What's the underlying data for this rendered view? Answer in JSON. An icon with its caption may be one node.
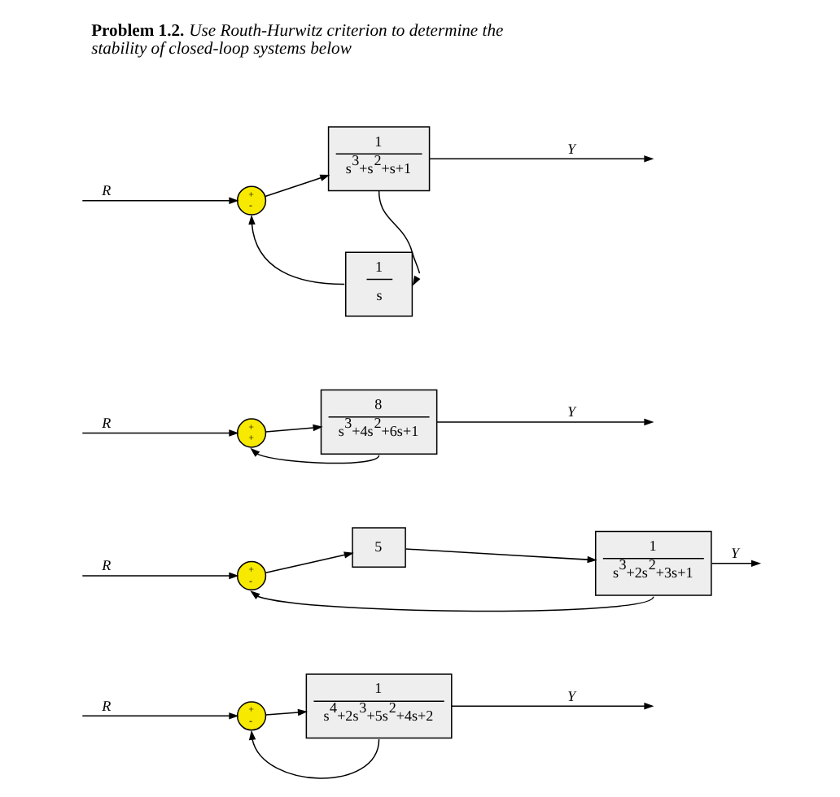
{
  "diagram": {
    "title": "**Problem 1.2.** Use Routh-Hurwitz criterion to determine the stability of closed-loop systems below",
    "nodes": [
      {
        "text": [
          "+",
          "-"
        ]
      },
      {
        "text": [
          "1",
          "s$^{4}$+2s$^{3}$+5s$^{2}$+4s+2"
        ]
      },
      {
        "text": [
          "+",
          "-"
        ]
      },
      {
        "text": [
          "5"
        ]
      },
      {
        "text": [
          "1",
          "s$^{3}$+2s$^{2}$+3s+1"
        ]
      },
      {
        "text": [
          "+",
          "+"
        ]
      },
      {
        "text": [
          "8",
          "s$^{3}$+4s$^{2}$+6s+1"
        ]
      },
      {
        "text": [
          "+",
          "-"
        ]
      },
      {
        "text": [
          "1",
          "s$^{3}$+s$^{2}$+s+1"
        ]
      },
      {
        "text": [
          "1",
          "s"
        ]
      }
    ],
    "edges": [
      {
        "from": null,
        "to": 0,
        "arrow": "to",
        "label": "R"
      },
      {
        "from": 0,
        "to": 1,
        "arrow": "to"
      },
      {
        "from": 1,
        "to": null,
        "arrow": "to",
        "label": "Y"
      },
      {
        "from": 1,
        "to": 0,
        "arrow": "to"
      },
      {
        "from": null,
        "to": 2,
        "arrow": "to",
        "label": "R"
      },
      {
        "from": 2,
        "to": 3,
        "arrow": "to"
      },
      {
        "from": 3,
        "to": 4,
        "arrow": "to"
      },
      {
        "from": 4,
        "to": null,
        "arrow": "to",
        "label": "Y"
      },
      {
        "from": 4,
        "to": 2,
        "arrow": "to"
      },
      {
        "from": null,
        "to": 5,
        "arrow": "to",
        "label": "R"
      },
      {
        "from": 5,
        "to": 6,
        "arrow": "to"
      },
      {
        "from": 6,
        "to": null,
        "arrow": "to",
        "label": "Y"
      },
      {
        "from": 6,
        "to": 5,
        "arrow": "to"
      },
      {
        "from": null,
        "to": 7,
        "arrow": "to",
        "label": "R"
      },
      {
        "from": 7,
        "to": 8,
        "arrow": "to"
      },
      {
        "from": 8,
        "to": null,
        "arrow": "to",
        "label": "Y"
      },
      {
        "from": 8,
        "to": 9,
        "arrow": "to"
      },
      {
        "from": 9,
        "to": 7,
        "arrow": "to"
      }
    ]
  }
}
